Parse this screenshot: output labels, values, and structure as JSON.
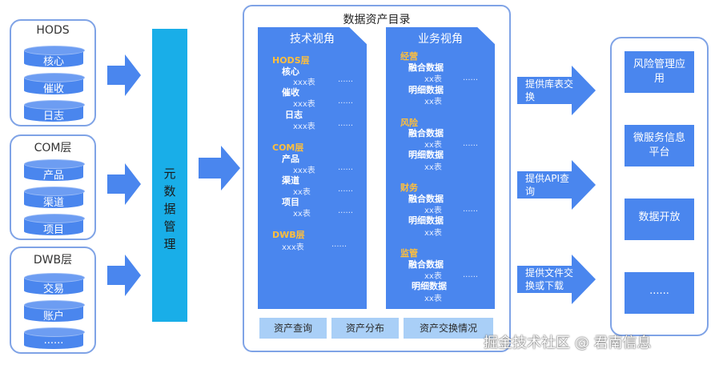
{
  "sources": {
    "hods": {
      "title": "HODS",
      "items": [
        "核心",
        "催收",
        "日志"
      ]
    },
    "com": {
      "title": "COM层",
      "items": [
        "产品",
        "渠道",
        "项目"
      ]
    },
    "dwb": {
      "title": "DWB层",
      "items": [
        "交易",
        "账户",
        "......"
      ]
    }
  },
  "metadata_label": "元数据管理",
  "catalog": {
    "title": "数据资产目录",
    "tech": {
      "title": "技术视角",
      "hods": "HODS层",
      "core": "核心",
      "collect": "催收",
      "log": "日志",
      "com": "COM层",
      "product": "产品",
      "channel": "渠道",
      "project": "项目",
      "dwb": "DWB层",
      "xxx_table": "xxx表",
      "xx_table": "xx表",
      "dots": "......"
    },
    "biz": {
      "title": "业务视角",
      "ops": "经营",
      "risk": "风险",
      "finance": "财务",
      "supervision": "监管",
      "fusion": "融合数据",
      "detail": "明细数据",
      "xx_table": "xx表",
      "dots": "......"
    },
    "buttons": [
      "资产查询",
      "资产分布",
      "资产交换情况"
    ]
  },
  "exchange": {
    "library": "提供库表交换",
    "api": "提供API查询",
    "file": "提供文件交换或下载"
  },
  "apps": [
    "风险管理应用",
    "微服务信息平台",
    "数据开放",
    "......"
  ],
  "watermark": "掘金技术社区 @ 君南信息",
  "colors": {
    "blue": "#4a86ee",
    "cyan": "#19aee8",
    "orange": "#ffbf3c",
    "border": "#7fa3e6"
  }
}
